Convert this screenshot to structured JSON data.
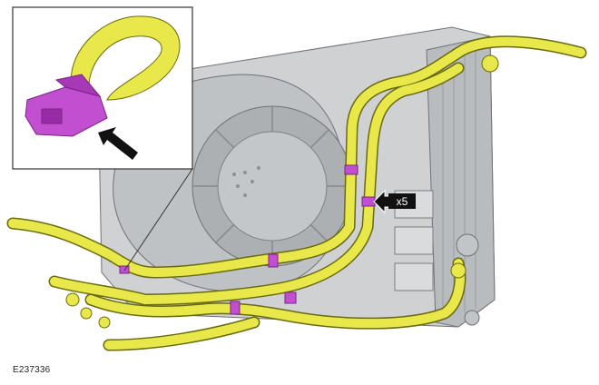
{
  "figure": {
    "id_label": "E237336",
    "callout": {
      "text": "x5",
      "meaning": "clip-count"
    }
  },
  "colors": {
    "hose": "#e8e84a",
    "hose_outline": "#6a6a10",
    "clip": "#c24fd0",
    "clip_dark": "#7a2486",
    "frame": "#c7c9cb",
    "frame_dark": "#8e9194",
    "arrow": "#111111",
    "inset_border": "#333333"
  },
  "icons": [
    "fan-shroud-illustration",
    "radiator-illustration",
    "coolant-hose-illustration",
    "hose-clip-icon",
    "arrow-pointer-icon"
  ]
}
